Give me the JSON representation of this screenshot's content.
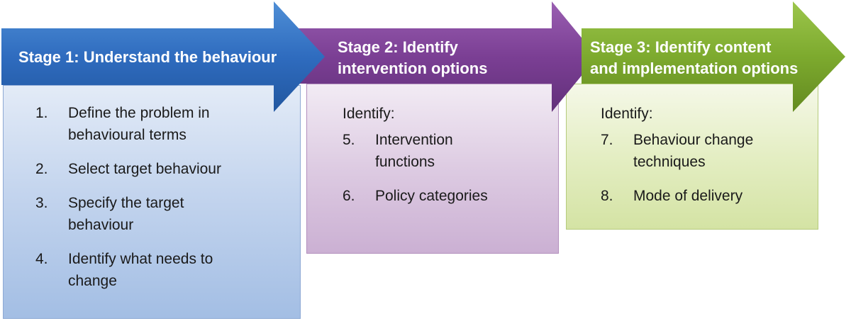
{
  "stages": [
    {
      "title_lines": [
        "Stage 1: Understand the behaviour"
      ],
      "items": [
        {
          "num": "1.",
          "lines": [
            "Define the problem in",
            "behavioural terms"
          ]
        },
        {
          "num": "2.",
          "lines": [
            "Select target behaviour"
          ]
        },
        {
          "num": "3.",
          "lines": [
            "Specify the target",
            "behaviour"
          ]
        },
        {
          "num": "4.",
          "lines": [
            "Identify what needs to",
            "change"
          ]
        }
      ],
      "color": "#2e6bbd"
    },
    {
      "title_lines": [
        "Stage 2: Identify",
        "intervention options"
      ],
      "intro": "Identify:",
      "items": [
        {
          "num": "5.",
          "lines": [
            "Intervention",
            "functions"
          ]
        },
        {
          "num": "6.",
          "lines": [
            "Policy categories"
          ]
        }
      ],
      "color": "#7b3f94"
    },
    {
      "title_lines": [
        "Stage 3: Identify content",
        "and implementation options"
      ],
      "intro": "Identify:",
      "items": [
        {
          "num": "7.",
          "lines": [
            "Behaviour change",
            "techniques"
          ]
        },
        {
          "num": "8.",
          "lines": [
            "Mode of delivery"
          ]
        }
      ],
      "color": "#7daa2e"
    }
  ]
}
